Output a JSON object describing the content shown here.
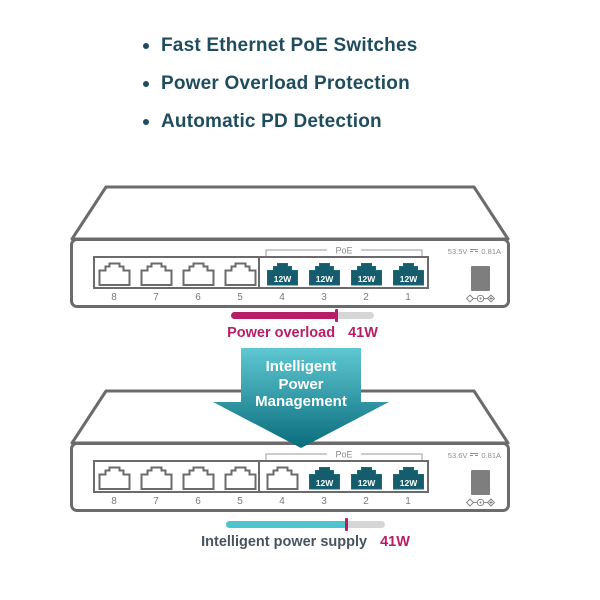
{
  "bullets": [
    "Fast Ethernet PoE Switches",
    "Power Overload Protection",
    "Automatic PD Detection"
  ],
  "colors": {
    "bullet_teal": "#1F4D5E",
    "port_teal": "#155D6C",
    "magenta": "#B71E66",
    "bar_teal": "#4EC5CE",
    "track_gray": "#D6D6D6",
    "outline_gray": "#6B6B6B",
    "slate_label": "#475460",
    "arrow_gradient_top": "#5FC8D2",
    "arrow_gradient_bottom": "#0A6C7C"
  },
  "switch_top": {
    "poe_label": "PoE",
    "voltage": "53.5V",
    "current": "0.81A",
    "ports": [
      {
        "number": "8",
        "poe": false
      },
      {
        "number": "7",
        "poe": false
      },
      {
        "number": "6",
        "poe": false
      },
      {
        "number": "5",
        "poe": false
      },
      {
        "number": "4",
        "poe": true,
        "wattage": "12W"
      },
      {
        "number": "3",
        "poe": true,
        "wattage": "12W"
      },
      {
        "number": "2",
        "poe": true,
        "wattage": "12W"
      },
      {
        "number": "1",
        "poe": true,
        "wattage": "12W"
      }
    ]
  },
  "overload_bar": {
    "label": "Power overload",
    "value": "41W",
    "fill_percent": 74
  },
  "arrow": {
    "lines": [
      "Intelligent",
      "Power",
      "Management"
    ]
  },
  "switch_bottom": {
    "poe_label": "PoE",
    "voltage": "53.6V",
    "current": "0.81A",
    "ports": [
      {
        "number": "8",
        "poe": false
      },
      {
        "number": "7",
        "poe": false
      },
      {
        "number": "6",
        "poe": false
      },
      {
        "number": "5",
        "poe": false
      },
      {
        "number": "4",
        "poe": false
      },
      {
        "number": "3",
        "poe": true,
        "wattage": "12W"
      },
      {
        "number": "2",
        "poe": true,
        "wattage": "12W"
      },
      {
        "number": "1",
        "poe": true,
        "wattage": "12W"
      }
    ]
  },
  "supply_bar": {
    "label": "Intelligent power supply",
    "value": "41W",
    "fill_percent": 76
  }
}
